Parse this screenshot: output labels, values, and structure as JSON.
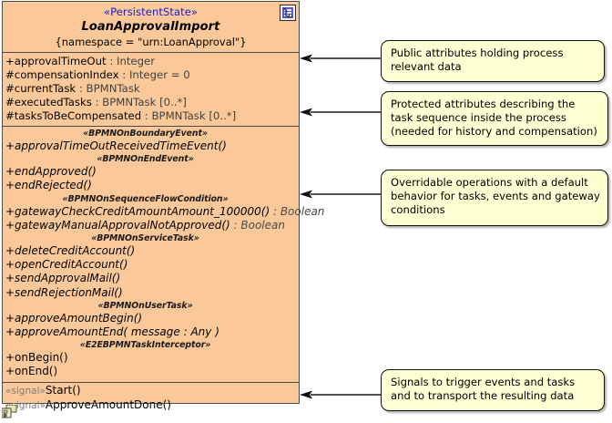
{
  "class": {
    "stereotype": "«PersistentState»",
    "name": "LoanApprovalImport",
    "tagged_value": "{namespace = \"urn:LoanApproval\"}",
    "header_icon": "class-artifact-icon",
    "corner_icon": "diagram-link-icon",
    "attributes": [
      {
        "visibility": "+",
        "name": "approvalTimeOut",
        "type": " : Integer"
      },
      {
        "visibility": "#",
        "name": "compensationIndex",
        "type": " : Integer = 0"
      },
      {
        "visibility": "#",
        "name": "currentTask",
        "type": " : BPMNTask"
      },
      {
        "visibility": "#",
        "name": "executedTasks",
        "type": " : BPMNTask [0..*]"
      },
      {
        "visibility": "#",
        "name": "tasksToBeCompensated",
        "type": " : BPMNTask [0..*]"
      }
    ],
    "operation_groups": [
      {
        "label": "«BPMNOnBoundaryEvent»",
        "operations": [
          {
            "text": "+approvalTimeOutReceivedTimeEvent()",
            "italic": true
          }
        ]
      },
      {
        "label": "«BPMNOnEndEvent»",
        "operations": [
          {
            "text": "+endApproved()",
            "italic": true
          },
          {
            "text": "+endRejected()",
            "italic": true
          }
        ]
      },
      {
        "label": "«BPMNOnSequenceFlowCondition»",
        "operations": [
          {
            "text": "+gatewayCheckCreditAmountAmount_100000()",
            "ret": " : Boolean",
            "italic": true
          },
          {
            "text": "+gatewayManualApprovalNotApproved()",
            "ret": " : Boolean",
            "italic": true
          }
        ]
      },
      {
        "label": "«BPMNOnServiceTask»",
        "operations": [
          {
            "text": "+deleteCreditAccount()",
            "italic": true
          },
          {
            "text": "+openCreditAccount()",
            "italic": true
          },
          {
            "text": "+sendApprovalMail()",
            "italic": true
          },
          {
            "text": "+sendRejectionMail()",
            "italic": true
          }
        ]
      },
      {
        "label": "«BPMNOnUserTask»",
        "operations": [
          {
            "text": "+approveAmountBegin()",
            "italic": true
          },
          {
            "text": "+approveAmountEnd( message : Any )",
            "italic": true
          }
        ]
      },
      {
        "label": "«E2EBPMNTaskInterceptor»",
        "operations": [
          {
            "text": "+onBegin()",
            "italic": false
          },
          {
            "text": "+onEnd()",
            "italic": false
          }
        ]
      }
    ],
    "signals": [
      {
        "stereotype": "«signal»",
        "name": "Start()"
      },
      {
        "stereotype": "«signal»",
        "name": "ApproveAmountDone()"
      }
    ]
  },
  "notes": [
    {
      "lines": [
        "Public attributes holding process",
        "relevant data"
      ]
    },
    {
      "lines": [
        "Protected attributes describing the",
        "task sequence inside the process",
        "(needed for history and compensation)"
      ]
    },
    {
      "lines": [
        "Overridable operations with a default",
        "behavior for tasks, events and gateway",
        "conditions"
      ]
    },
    {
      "lines": [
        "Signals to trigger events and tasks",
        "and to transport the resulting data"
      ]
    }
  ],
  "colors": {
    "class_fill": "#fbc999",
    "class_border": "#4a4a4a",
    "note_fill": "#ffffd4",
    "note_border": "#121212",
    "stereotype_color": "#1c1cc4",
    "type_color": "#3f3f3f",
    "signal_stereotype_color": "#7b7b7b"
  }
}
